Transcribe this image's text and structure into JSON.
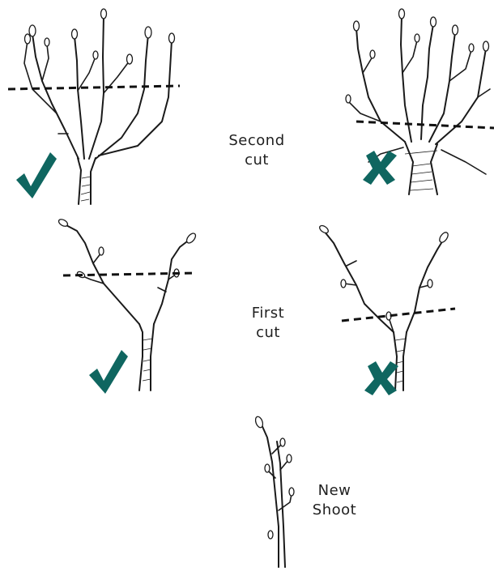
{
  "labels": {
    "second_cut": [
      "Second",
      "cut"
    ],
    "first_cut": [
      "First",
      "cut"
    ],
    "new_shoot": [
      "New",
      "Shoot"
    ]
  },
  "marks": {
    "correct": "check-mark-icon",
    "incorrect": "cross-mark-icon",
    "mark_color": "#0f6660"
  }
}
